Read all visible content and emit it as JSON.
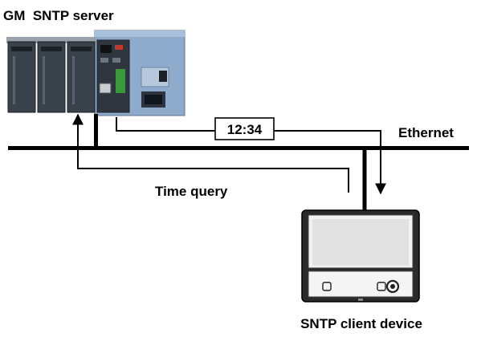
{
  "labels": {
    "server_title": "GM  SNTP server",
    "time_box": "12:34",
    "network": "Ethernet",
    "query": "Time query",
    "client": "SNTP client device"
  },
  "colors": {
    "line": "#000000",
    "server_body": "#8aa7c8",
    "server_dark": "#2b3440",
    "client_frame": "#222222",
    "client_screen": "#e8e8e8",
    "terminal_green": "#3a9a3a",
    "status_red": "#c0392b"
  },
  "icons": {
    "server": "gm-data-acquisition-unit",
    "client": "panel-recorder-device"
  }
}
